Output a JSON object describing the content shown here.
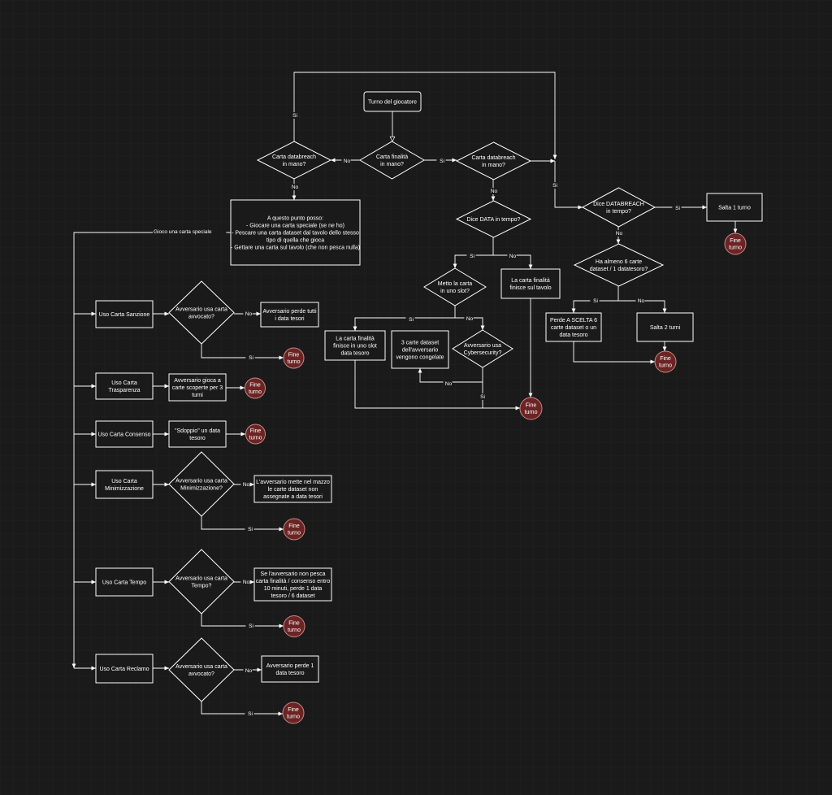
{
  "diagram": {
    "nodes": [
      {
        "id": "turno",
        "shape": "rect",
        "lines": [
          "Turno del giocatore"
        ]
      },
      {
        "id": "finalita_mano",
        "shape": "diamond",
        "lines": [
          "Carta finalità",
          "in mano?"
        ]
      },
      {
        "id": "db_mano_left",
        "shape": "diamond",
        "lines": [
          "Carta databreach",
          "in mano?"
        ]
      },
      {
        "id": "db_mano_right",
        "shape": "diamond",
        "lines": [
          "Carta databreach",
          "in mano?"
        ]
      },
      {
        "id": "possibilita",
        "shape": "rect",
        "lines": [
          "A questo punto posso:",
          "- Giocare una carta speciale (se ne ho)",
          "- Pescare una carta dataset dal tavolo dello stesso",
          "tipo di quella che gioca",
          "- Gettare una carta sul tavolo (che non pesca nulla)"
        ]
      },
      {
        "id": "dice_data",
        "shape": "diamond",
        "lines": [
          "Dice DATA in tempo?"
        ]
      },
      {
        "id": "metto_slot",
        "shape": "diamond",
        "lines": [
          "Metto la carta",
          "in uno slot?"
        ]
      },
      {
        "id": "finalita_tavolo",
        "shape": "rect",
        "lines": [
          "La carta finalità",
          "finisce sul tavolo"
        ]
      },
      {
        "id": "finalita_slot",
        "shape": "rect",
        "lines": [
          "La carta finalità",
          "finisce in uno slot",
          "data tesoro"
        ]
      },
      {
        "id": "congelate",
        "shape": "rect",
        "lines": [
          "3 carte dataset",
          "dell'avversario",
          "vengono congelate"
        ]
      },
      {
        "id": "cybersecurity",
        "shape": "diamond",
        "lines": [
          "Avversario usa",
          "Cybersecurity?"
        ]
      },
      {
        "id": "dice_databreach",
        "shape": "diamond",
        "lines": [
          "Dice DATABREACH",
          "in tempo?"
        ]
      },
      {
        "id": "salta1",
        "shape": "rect",
        "lines": [
          "Salta 1 turno"
        ]
      },
      {
        "id": "almeno6",
        "shape": "diamond",
        "lines": [
          "Ha almeno 6 carte",
          "dataset / 1 datatesoro?"
        ]
      },
      {
        "id": "perde_scelta",
        "shape": "rect",
        "lines": [
          "Perde A SCELTA 6",
          "carte dataset o un",
          "data tesoro"
        ]
      },
      {
        "id": "salta2",
        "shape": "rect",
        "lines": [
          "Salta 2 turni"
        ]
      },
      {
        "id": "uso_sanzione",
        "shape": "rect",
        "lines": [
          "Uso Carta Sanzione"
        ]
      },
      {
        "id": "avv_avvocato1",
        "shape": "diamond",
        "lines": [
          "Avversario usa carta",
          "avvocato?"
        ]
      },
      {
        "id": "perde_tutti",
        "shape": "rect",
        "lines": [
          "Avversario perde tutti",
          "i data tesori"
        ]
      },
      {
        "id": "uso_trasparenza",
        "shape": "rect",
        "lines": [
          "Uso Carta",
          "Trasparenza"
        ]
      },
      {
        "id": "scoperte",
        "shape": "rect",
        "lines": [
          "Avversario gioca a",
          "carte scoperte per 3",
          "turni"
        ]
      },
      {
        "id": "uso_consenso",
        "shape": "rect",
        "lines": [
          "Uso Carta Consenso"
        ]
      },
      {
        "id": "sdoppio",
        "shape": "rect",
        "lines": [
          "\"Sdoppio\" un data",
          "tesoro"
        ]
      },
      {
        "id": "uso_minimizzazione",
        "shape": "rect",
        "lines": [
          "Uso Carta",
          "Minimizzazione"
        ]
      },
      {
        "id": "avv_minimizzazione",
        "shape": "diamond",
        "lines": [
          "Avversario usa carta",
          "Minimizzazione?"
        ]
      },
      {
        "id": "mazzo",
        "shape": "rect",
        "lines": [
          "L'avversario mette nel mazzo",
          "le carte dataset non",
          "assegnate a data tesori"
        ]
      },
      {
        "id": "uso_tempo",
        "shape": "rect",
        "lines": [
          "Uso Carta Tempo"
        ]
      },
      {
        "id": "avv_tempo",
        "shape": "diamond",
        "lines": [
          "Avversario usa carta",
          "Tempo?"
        ]
      },
      {
        "id": "non_pesca",
        "shape": "rect",
        "lines": [
          "Se l'avversario non pesca",
          "carta finalità / consenso entro",
          "10 minuti, perde 1 data",
          "tesoro / 6 dataset"
        ]
      },
      {
        "id": "uso_reclamo",
        "shape": "rect",
        "lines": [
          "Uso Carta Reclamo"
        ]
      },
      {
        "id": "avv_avvocato2",
        "shape": "diamond",
        "lines": [
          "Avversario usa carta",
          "avvocato?"
        ]
      },
      {
        "id": "perde_1",
        "shape": "rect",
        "lines": [
          "Avversario perde 1",
          "data tesoro"
        ]
      },
      {
        "id": "fine_1",
        "shape": "end",
        "lines": [
          "Fine",
          "turno"
        ]
      },
      {
        "id": "fine_2",
        "shape": "end",
        "lines": [
          "Fine",
          "turno"
        ]
      },
      {
        "id": "fine_3",
        "shape": "end",
        "lines": [
          "Fine",
          "turno"
        ]
      },
      {
        "id": "fine_4",
        "shape": "end",
        "lines": [
          "Fine",
          "turno"
        ]
      },
      {
        "id": "fine_5",
        "shape": "end",
        "lines": [
          "Fine",
          "turno"
        ]
      },
      {
        "id": "fine_6",
        "shape": "end",
        "lines": [
          "Fine",
          "turno"
        ]
      },
      {
        "id": "fine_7",
        "shape": "end",
        "lines": [
          "Fine",
          "turno"
        ]
      },
      {
        "id": "fine_8",
        "shape": "end",
        "lines": [
          "Fine",
          "turno"
        ]
      },
      {
        "id": "fine_9",
        "shape": "end",
        "lines": [
          "Fine",
          "turno"
        ]
      },
      {
        "id": "fine_10",
        "shape": "end",
        "lines": [
          "Fine",
          "turno"
        ]
      }
    ],
    "edge_labels": [
      {
        "id": "l_si_top",
        "text": "Si"
      },
      {
        "id": "l_no_left",
        "text": "No"
      },
      {
        "id": "l_si_right",
        "text": "Si"
      },
      {
        "id": "l_no_down_left",
        "text": "No"
      },
      {
        "id": "l_no_down_right",
        "text": "No"
      },
      {
        "id": "l_si_databreach",
        "text": "Si"
      },
      {
        "id": "l_gioco",
        "text": "Gioco una carta speciale"
      },
      {
        "id": "l_si_data",
        "text": "Si"
      },
      {
        "id": "l_no_data",
        "text": "No"
      },
      {
        "id": "l_si_slot",
        "text": "Si"
      },
      {
        "id": "l_no_slot",
        "text": "No"
      },
      {
        "id": "l_no_cyber",
        "text": "No"
      },
      {
        "id": "l_si_cyber",
        "text": "Si"
      },
      {
        "id": "l_si_salta",
        "text": "Si"
      },
      {
        "id": "l_no_dice",
        "text": "No"
      },
      {
        "id": "l_si_almeno",
        "text": "Si"
      },
      {
        "id": "l_no_almeno",
        "text": "No"
      },
      {
        "id": "l_no_s1",
        "text": "No"
      },
      {
        "id": "l_si_s1",
        "text": "Si"
      },
      {
        "id": "l_no_min",
        "text": "No"
      },
      {
        "id": "l_si_min",
        "text": "Si"
      },
      {
        "id": "l_no_tempo",
        "text": "No"
      },
      {
        "id": "l_si_tempo",
        "text": "Si"
      },
      {
        "id": "l_no_rec",
        "text": "No"
      },
      {
        "id": "l_si_rec",
        "text": "Si"
      }
    ]
  }
}
